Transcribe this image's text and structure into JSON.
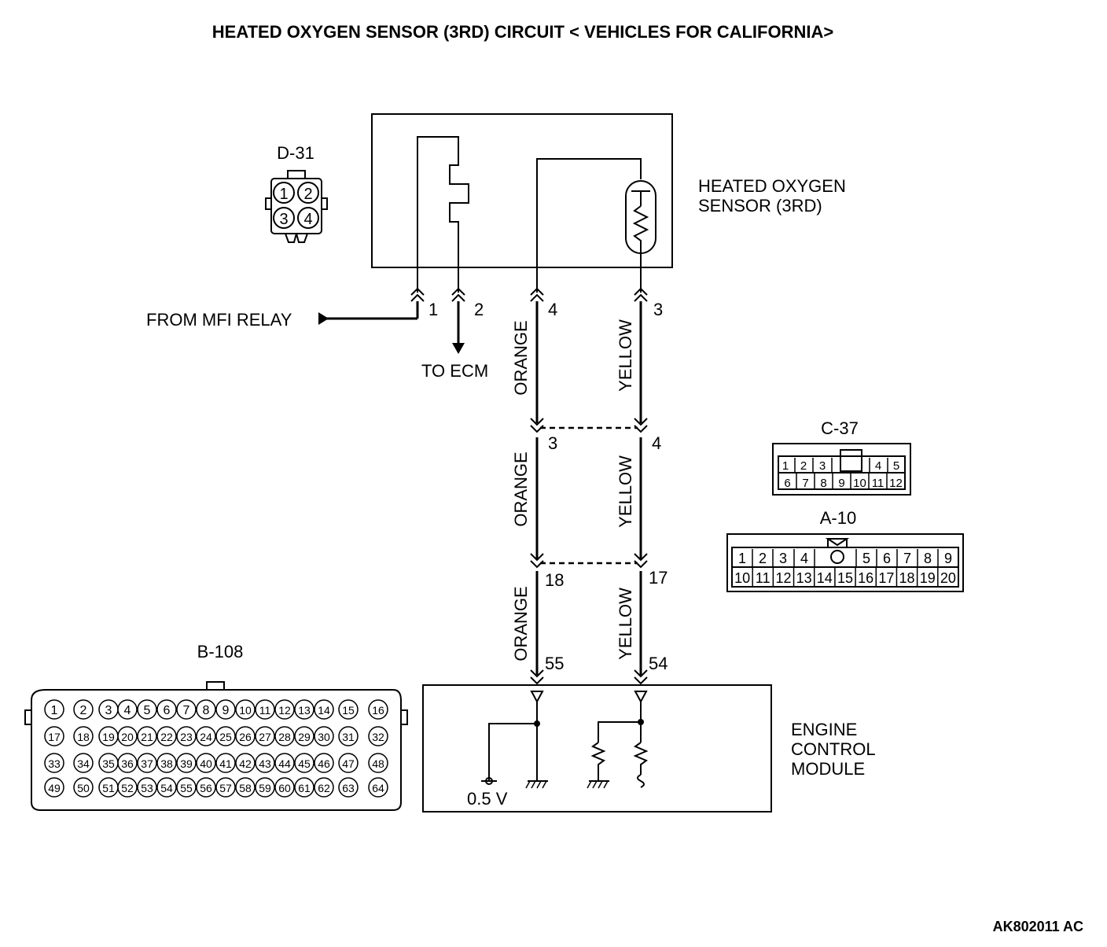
{
  "title": "HEATED OXYGEN SENSOR (3RD) CIRCUIT < VEHICLES FOR CALIFORNIA>",
  "figure_id": "AK802011 AC",
  "sensor": {
    "label_line1": "HEATED OXYGEN",
    "label_line2": "SENSOR (3RD)"
  },
  "ecm": {
    "label_line1": "ENGINE",
    "label_line2": "CONTROL",
    "label_line3": "MODULE",
    "voltage": "0.5 V"
  },
  "connectors": {
    "d31": {
      "name": "D-31",
      "pins": [
        "1",
        "2",
        "3",
        "4"
      ]
    },
    "c37": {
      "name": "C-37",
      "row1": [
        "1",
        "2",
        "3",
        "4",
        "5"
      ],
      "row2": [
        "6",
        "7",
        "8",
        "9",
        "10",
        "11",
        "12"
      ]
    },
    "a10": {
      "name": "A-10",
      "row1": [
        "1",
        "2",
        "3",
        "4",
        "5",
        "6",
        "7",
        "8",
        "9"
      ],
      "row2": [
        "10",
        "11",
        "12",
        "13",
        "14",
        "15",
        "16",
        "17",
        "18",
        "19",
        "20"
      ]
    },
    "b108": {
      "name": "B-108",
      "rows": [
        [
          "1",
          "2",
          "3",
          "4",
          "5",
          "6",
          "7",
          "8",
          "9",
          "10",
          "11",
          "12",
          "13",
          "14",
          "15",
          "16"
        ],
        [
          "17",
          "18",
          "19",
          "20",
          "21",
          "22",
          "23",
          "24",
          "25",
          "26",
          "27",
          "28",
          "29",
          "30",
          "31",
          "32"
        ],
        [
          "33",
          "34",
          "35",
          "36",
          "37",
          "38",
          "39",
          "40",
          "41",
          "42",
          "43",
          "44",
          "45",
          "46",
          "47",
          "48"
        ],
        [
          "49",
          "50",
          "51",
          "52",
          "53",
          "54",
          "55",
          "56",
          "57",
          "58",
          "59",
          "60",
          "61",
          "62",
          "63",
          "64"
        ]
      ]
    }
  },
  "labels": {
    "from_mfi": "FROM MFI RELAY",
    "to_ecm": "TO ECM"
  },
  "pins": {
    "s1": "1",
    "s2": "2",
    "s4": "4",
    "s3": "3",
    "o_mid": "3",
    "y_mid": "4",
    "o_low": "18",
    "y_low": "17",
    "o_ecm": "55",
    "y_ecm": "54"
  },
  "wires": {
    "orange": "ORANGE",
    "yellow": "YELLOW"
  }
}
